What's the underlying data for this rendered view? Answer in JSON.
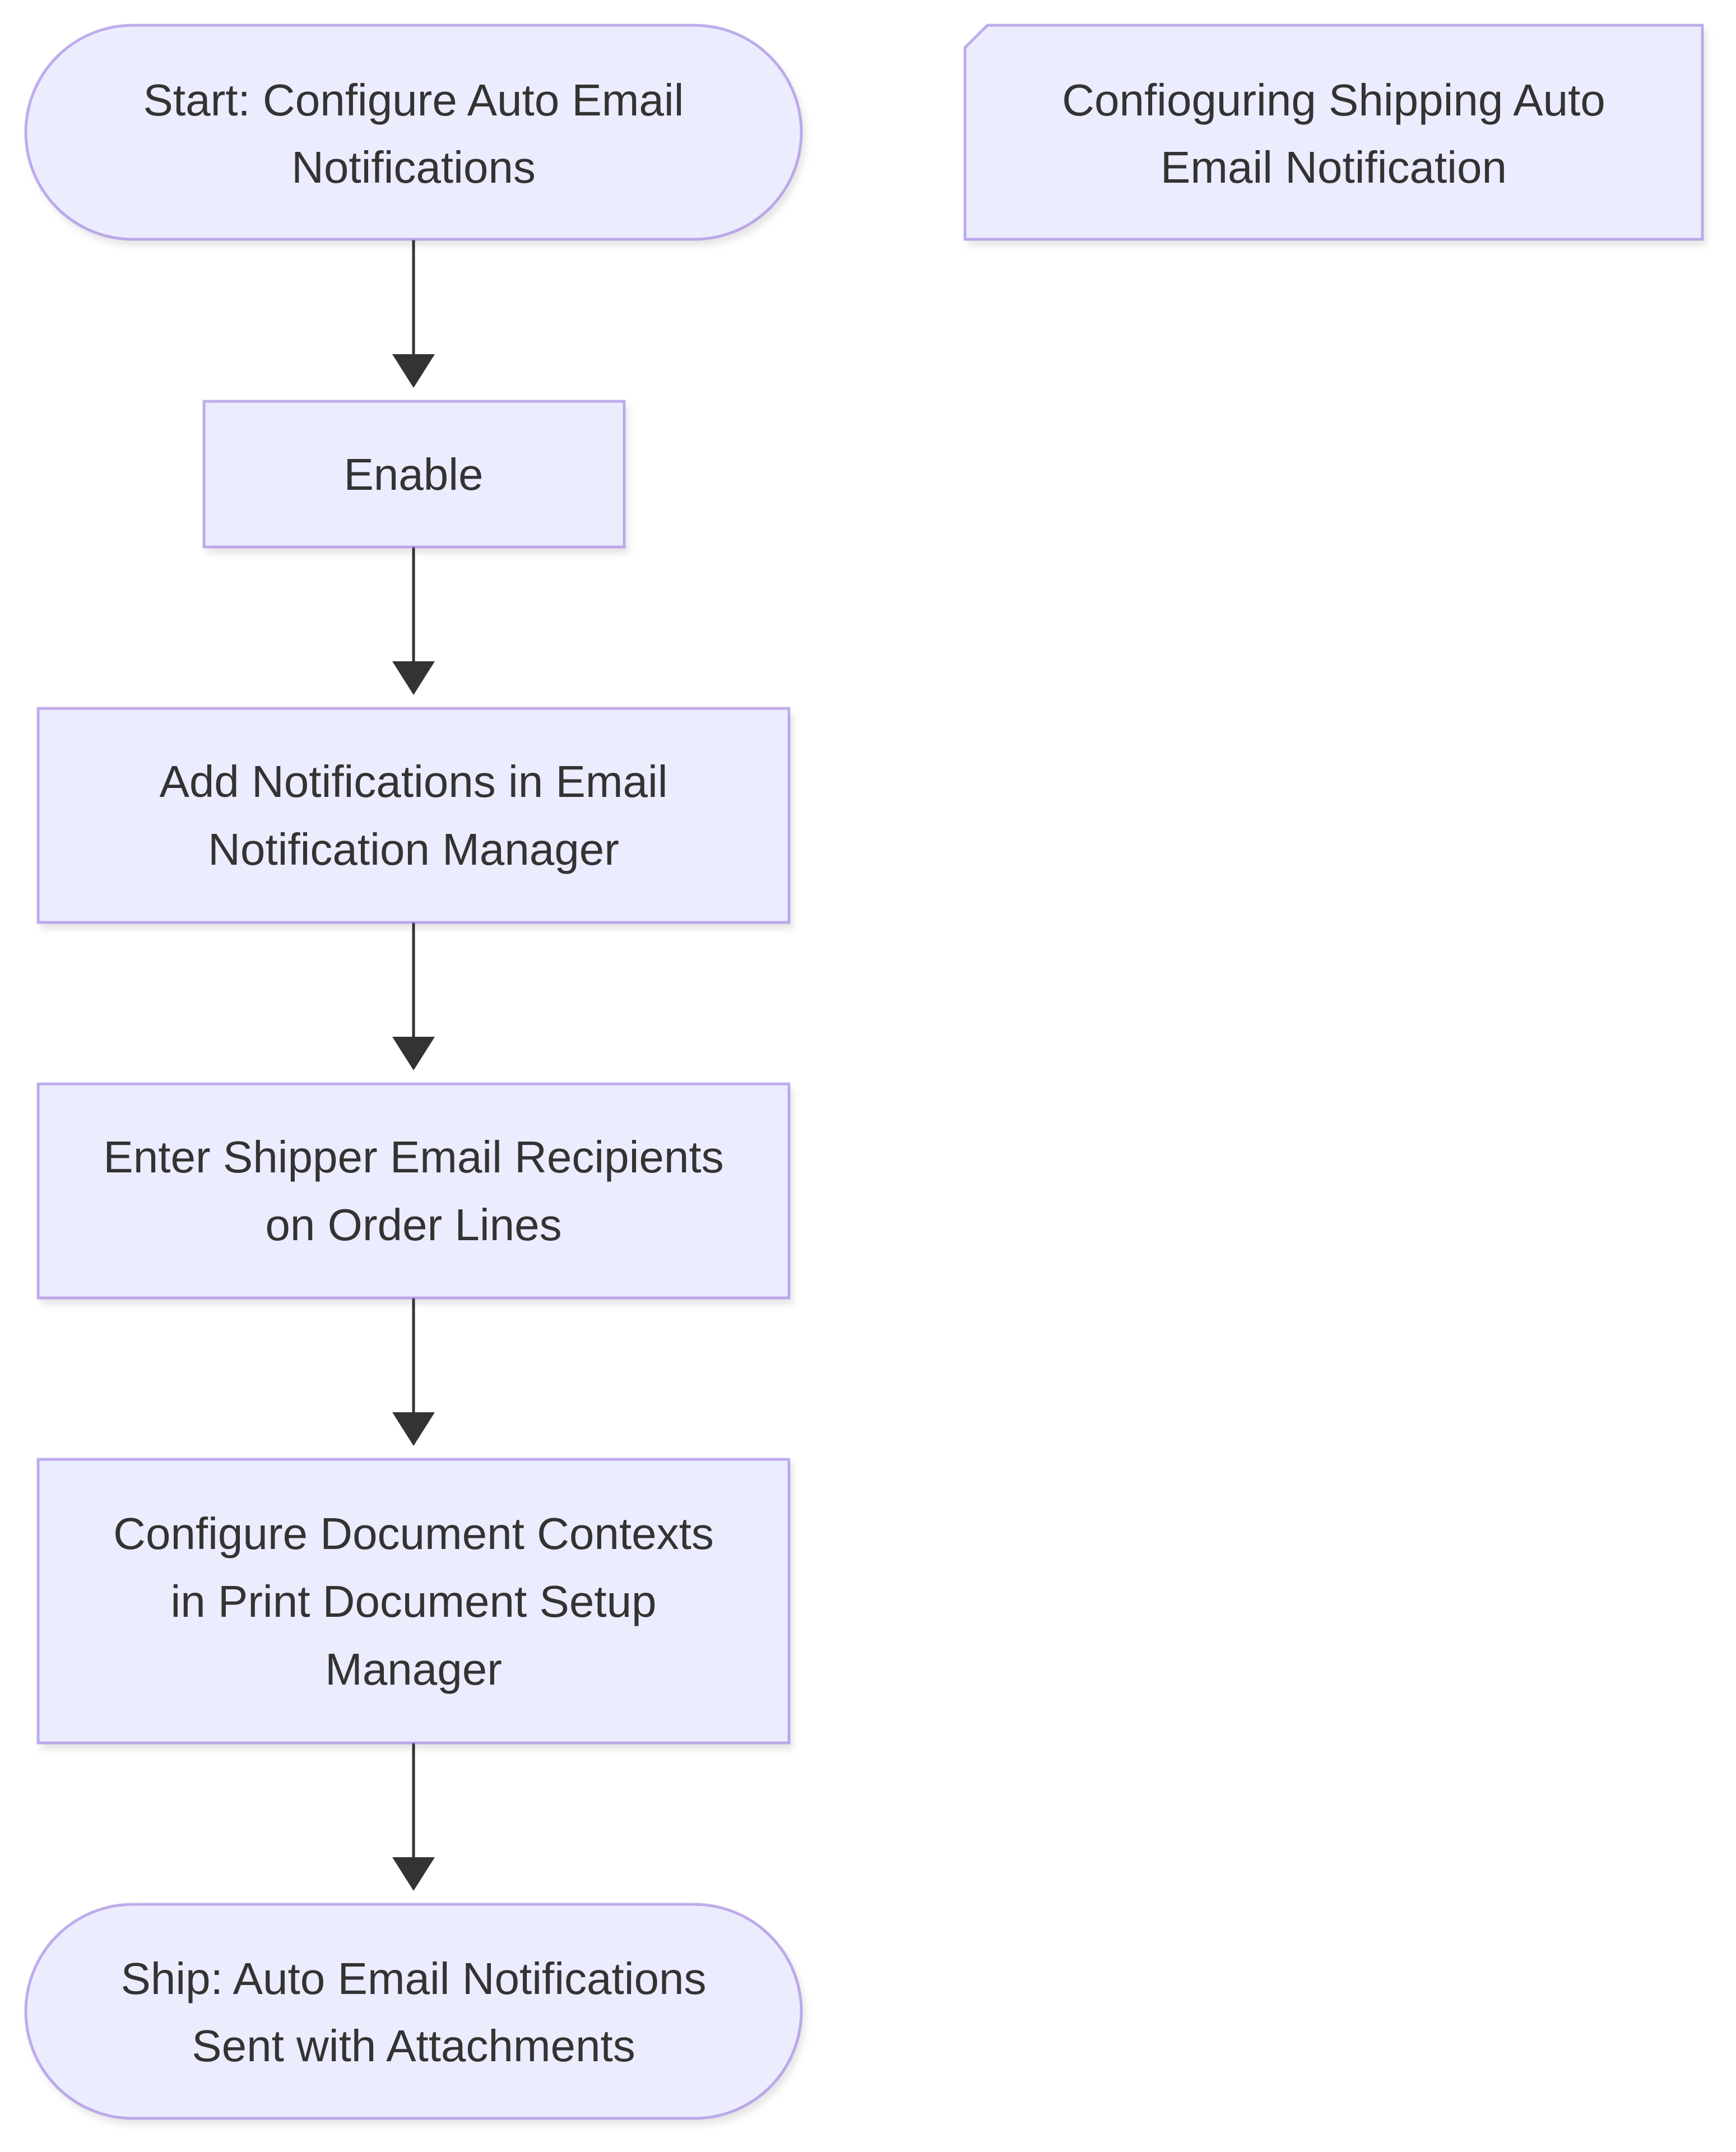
{
  "diagram": {
    "type": "flowchart",
    "direction": "top-to-bottom",
    "colors": {
      "node_fill": "#ECECFF",
      "node_stroke": "#9370DB",
      "text": "#333333",
      "edge": "#333333",
      "background": "#FFFFFF"
    },
    "note": {
      "lines": [
        "Confioguring Shipping Auto",
        "Email Notification"
      ]
    },
    "nodes": [
      {
        "id": "start",
        "shape": "terminal",
        "lines": [
          "Start: Configure Auto Email",
          "Notifications"
        ]
      },
      {
        "id": "enable",
        "shape": "process",
        "lines": [
          "Enable"
        ]
      },
      {
        "id": "add-notifications",
        "shape": "process",
        "lines": [
          "Add Notifications in Email",
          "Notification Manager"
        ]
      },
      {
        "id": "enter-recipients",
        "shape": "process",
        "lines": [
          "Enter Shipper Email Recipients",
          "on Order Lines"
        ]
      },
      {
        "id": "configure-contexts",
        "shape": "process",
        "lines": [
          "Configure Document Contexts",
          "in Print Document Setup",
          "Manager"
        ]
      },
      {
        "id": "ship",
        "shape": "terminal",
        "lines": [
          "Ship: Auto Email Notifications",
          "Sent with Attachments"
        ]
      }
    ],
    "edges": [
      {
        "from": "start",
        "to": "enable"
      },
      {
        "from": "enable",
        "to": "add-notifications"
      },
      {
        "from": "add-notifications",
        "to": "enter-recipients"
      },
      {
        "from": "enter-recipients",
        "to": "configure-contexts"
      },
      {
        "from": "configure-contexts",
        "to": "ship"
      }
    ]
  }
}
